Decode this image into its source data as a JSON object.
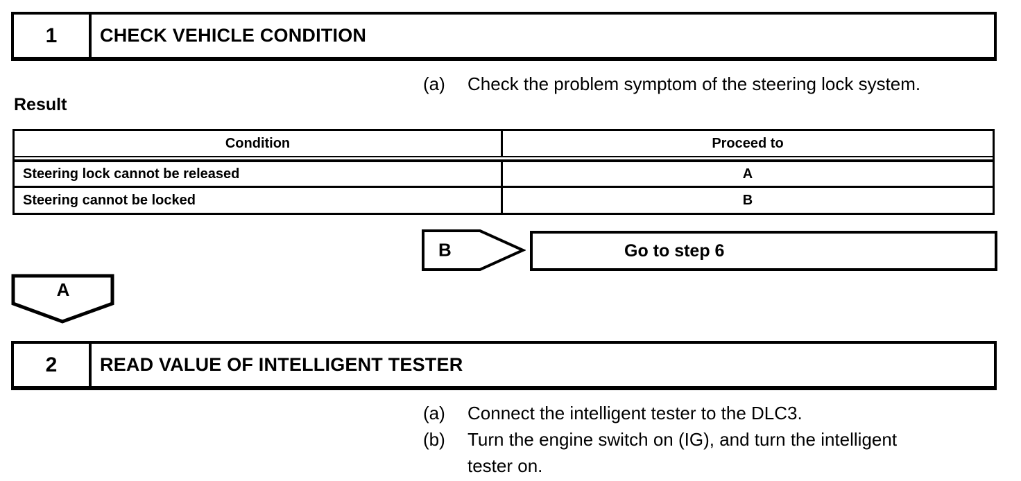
{
  "page": {
    "background": "#ffffff",
    "ink": "#000000"
  },
  "steps": [
    {
      "number": "1",
      "title": "CHECK VEHICLE CONDITION",
      "instructions": [
        {
          "marker": "(a)",
          "lines": [
            "Check the problem symptom of the steering lock system."
          ]
        }
      ]
    },
    {
      "number": "2",
      "title": "READ VALUE OF INTELLIGENT TESTER",
      "instructions": [
        {
          "marker": "(a)",
          "lines": [
            "Connect the intelligent tester to the DLC3."
          ]
        },
        {
          "marker": "(b)",
          "lines": [
            "Turn the engine switch on (IG), and turn the intelligent",
            "tester on."
          ]
        }
      ]
    }
  ],
  "result_section": {
    "heading": "Result",
    "table": {
      "columns": [
        "Condition",
        "Proceed to"
      ],
      "rows": [
        {
          "condition": "Steering lock cannot be released",
          "proceed_to": "A"
        },
        {
          "condition": "Steering cannot be locked",
          "proceed_to": "B"
        }
      ]
    }
  },
  "flow": {
    "b_connector_label": "B",
    "b_action_label": "Go to step 6",
    "a_connector_label": "A"
  }
}
